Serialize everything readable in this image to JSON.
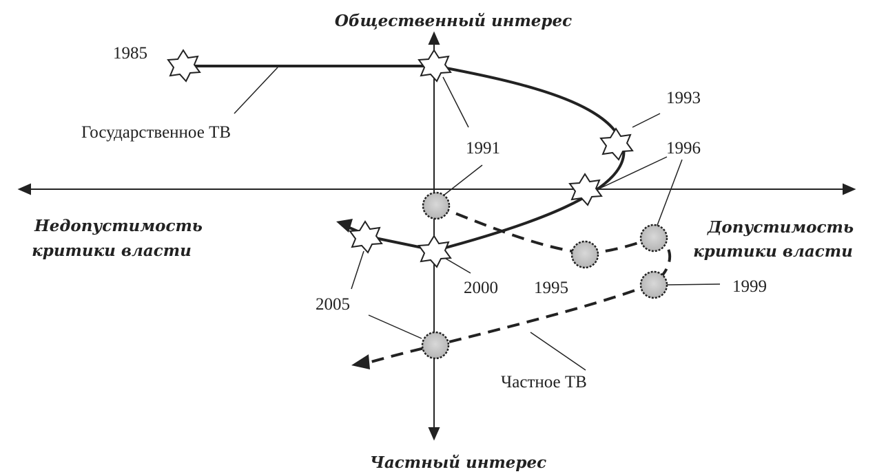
{
  "axes": {
    "top": "Общественный интерес",
    "bottom": "Частный интерес",
    "left": [
      "Недопустимость",
      "критики власти"
    ],
    "right": [
      "Допустимость",
      "критики власти"
    ]
  },
  "series": {
    "state": {
      "label": "Государственное ТВ",
      "marker": "star-marker",
      "line": "solid"
    },
    "private": {
      "label": "Частное ТВ",
      "marker": "sun-marker",
      "line": "dashed"
    }
  },
  "years": {
    "y1985": "1985",
    "y1991": "1991",
    "y1993": "1993",
    "y1995": "1995",
    "y1996": "1996",
    "y1999": "1999",
    "y2000": "2000",
    "y2005": "2005"
  },
  "colors": {
    "ink": "#222222",
    "marker_fill": "#c8c8c8",
    "background": "#ffffff"
  }
}
